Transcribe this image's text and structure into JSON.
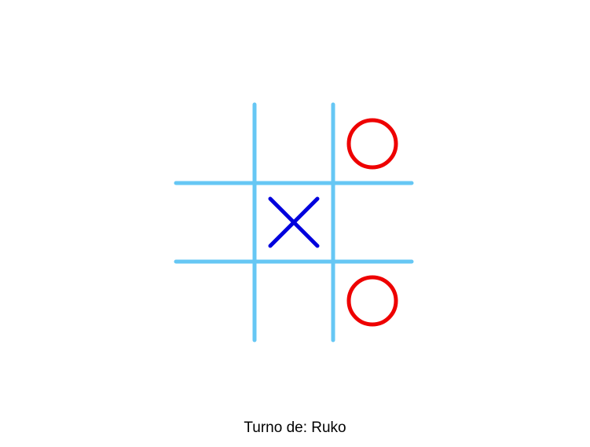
{
  "board": {
    "cells": [
      [
        "",
        "",
        "O"
      ],
      [
        "",
        "X",
        ""
      ],
      [
        "",
        "",
        "O"
      ]
    ],
    "colors": {
      "grid": "#66c7f4",
      "x": "#0000dd",
      "o": "#ee0000"
    }
  },
  "status": {
    "turn_text": "Turno de: Ruko"
  }
}
